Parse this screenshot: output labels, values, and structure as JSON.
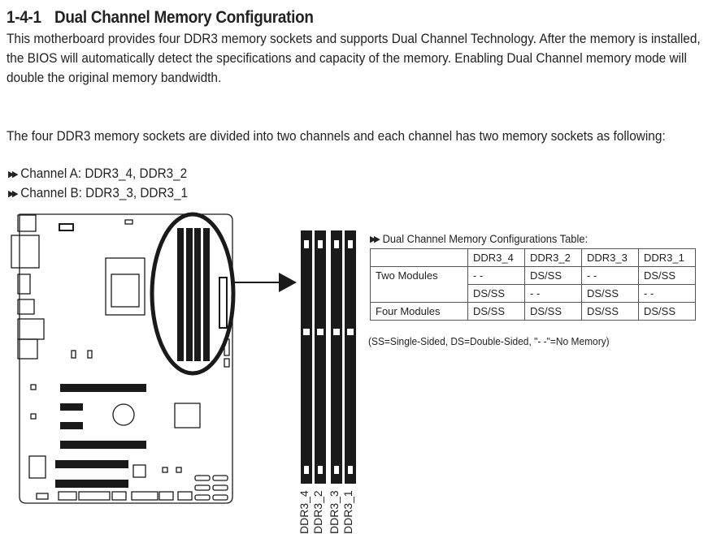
{
  "section": {
    "number": "1-4-1",
    "title": "Dual Channel Memory Configuration"
  },
  "paragraphs": [
    "This motherboard provides four DDR3 memory sockets and supports Dual Channel Technology. After the memory is installed, the BIOS will automatically detect the specifications and capacity of the memory. Enabling Dual Channel memory mode will double the original memory bandwidth.",
    "The four DDR3 memory sockets are divided into two channels and each channel has two memory sockets as following:"
  ],
  "channels": [
    {
      "icon": "double-arrow-icon",
      "text": "Channel A: DDR3_4, DDR3_2"
    },
    {
      "icon": "double-arrow-icon",
      "text": "Channel B: DDR3_3, DDR3_1"
    }
  ],
  "table": {
    "title": "Dual Channel Memory Configurations Table:",
    "headers": [
      "",
      "DDR3_4",
      "DDR3_2",
      "DDR3_3",
      "DDR3_1"
    ],
    "rows": [
      {
        "label": "Two Modules",
        "cells": [
          "- -",
          "DS/SS",
          "- -",
          "DS/SS"
        ]
      },
      {
        "label": "",
        "cells": [
          "DS/SS",
          "- -",
          "DS/SS",
          "- -"
        ]
      },
      {
        "label": "Four Modules",
        "cells": [
          "DS/SS",
          "DS/SS",
          "DS/SS",
          "DS/SS"
        ]
      }
    ],
    "note": "(SS=Single-Sided, DS=Double-Sided, \"- -\"=No Memory)"
  },
  "slot_labels": [
    "DDR3_4",
    "DDR3_2",
    "DDR3_3",
    "DDR3_1"
  ],
  "colors": {
    "text": "#222222",
    "diagram": "#1a1a1a",
    "table_border": "#555555"
  }
}
